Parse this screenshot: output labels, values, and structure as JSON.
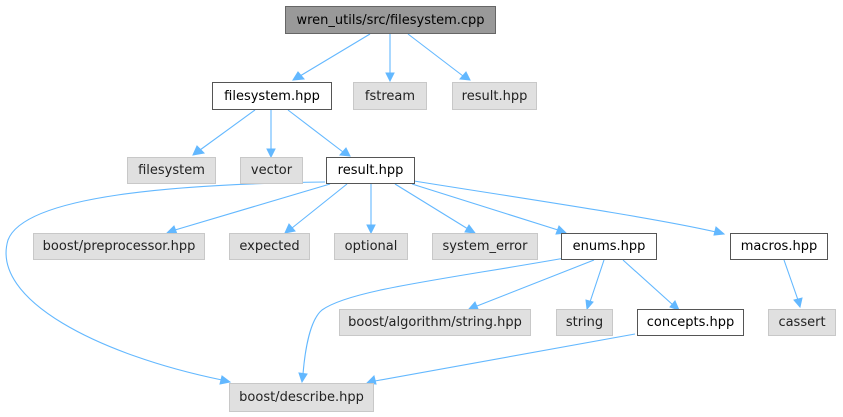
{
  "graph": {
    "edge_color": "#63b8ff",
    "root_fill": "#999999",
    "local_fill": "#ffffff",
    "system_fill": "#e0e0e0",
    "nodes": {
      "root": "wren_utils/src/filesystem.cpp",
      "filesystem_hpp": "filesystem.hpp",
      "fstream": "fstream",
      "result_hpp_top": "result.hpp",
      "filesystem": "filesystem",
      "vector": "vector",
      "result_hpp": "result.hpp",
      "boost_preprocessor": "boost/preprocessor.hpp",
      "expected": "expected",
      "optional": "optional",
      "system_error": "system_error",
      "enums_hpp": "enums.hpp",
      "macros_hpp": "macros.hpp",
      "boost_algorithm_string": "boost/algorithm/string.hpp",
      "string": "string",
      "concepts_hpp": "concepts.hpp",
      "cassert": "cassert",
      "boost_describe": "boost/describe.hpp"
    },
    "edges": [
      [
        "root",
        "filesystem_hpp"
      ],
      [
        "root",
        "fstream"
      ],
      [
        "root",
        "result_hpp_top"
      ],
      [
        "filesystem_hpp",
        "filesystem"
      ],
      [
        "filesystem_hpp",
        "vector"
      ],
      [
        "filesystem_hpp",
        "result_hpp"
      ],
      [
        "result_hpp",
        "boost_preprocessor"
      ],
      [
        "result_hpp",
        "expected"
      ],
      [
        "result_hpp",
        "optional"
      ],
      [
        "result_hpp",
        "system_error"
      ],
      [
        "result_hpp",
        "enums_hpp"
      ],
      [
        "result_hpp",
        "macros_hpp"
      ],
      [
        "result_hpp",
        "boost_describe"
      ],
      [
        "enums_hpp",
        "boost_algorithm_string"
      ],
      [
        "enums_hpp",
        "string"
      ],
      [
        "enums_hpp",
        "concepts_hpp"
      ],
      [
        "enums_hpp",
        "boost_describe"
      ],
      [
        "concepts_hpp",
        "boost_describe"
      ],
      [
        "macros_hpp",
        "cassert"
      ]
    ]
  }
}
